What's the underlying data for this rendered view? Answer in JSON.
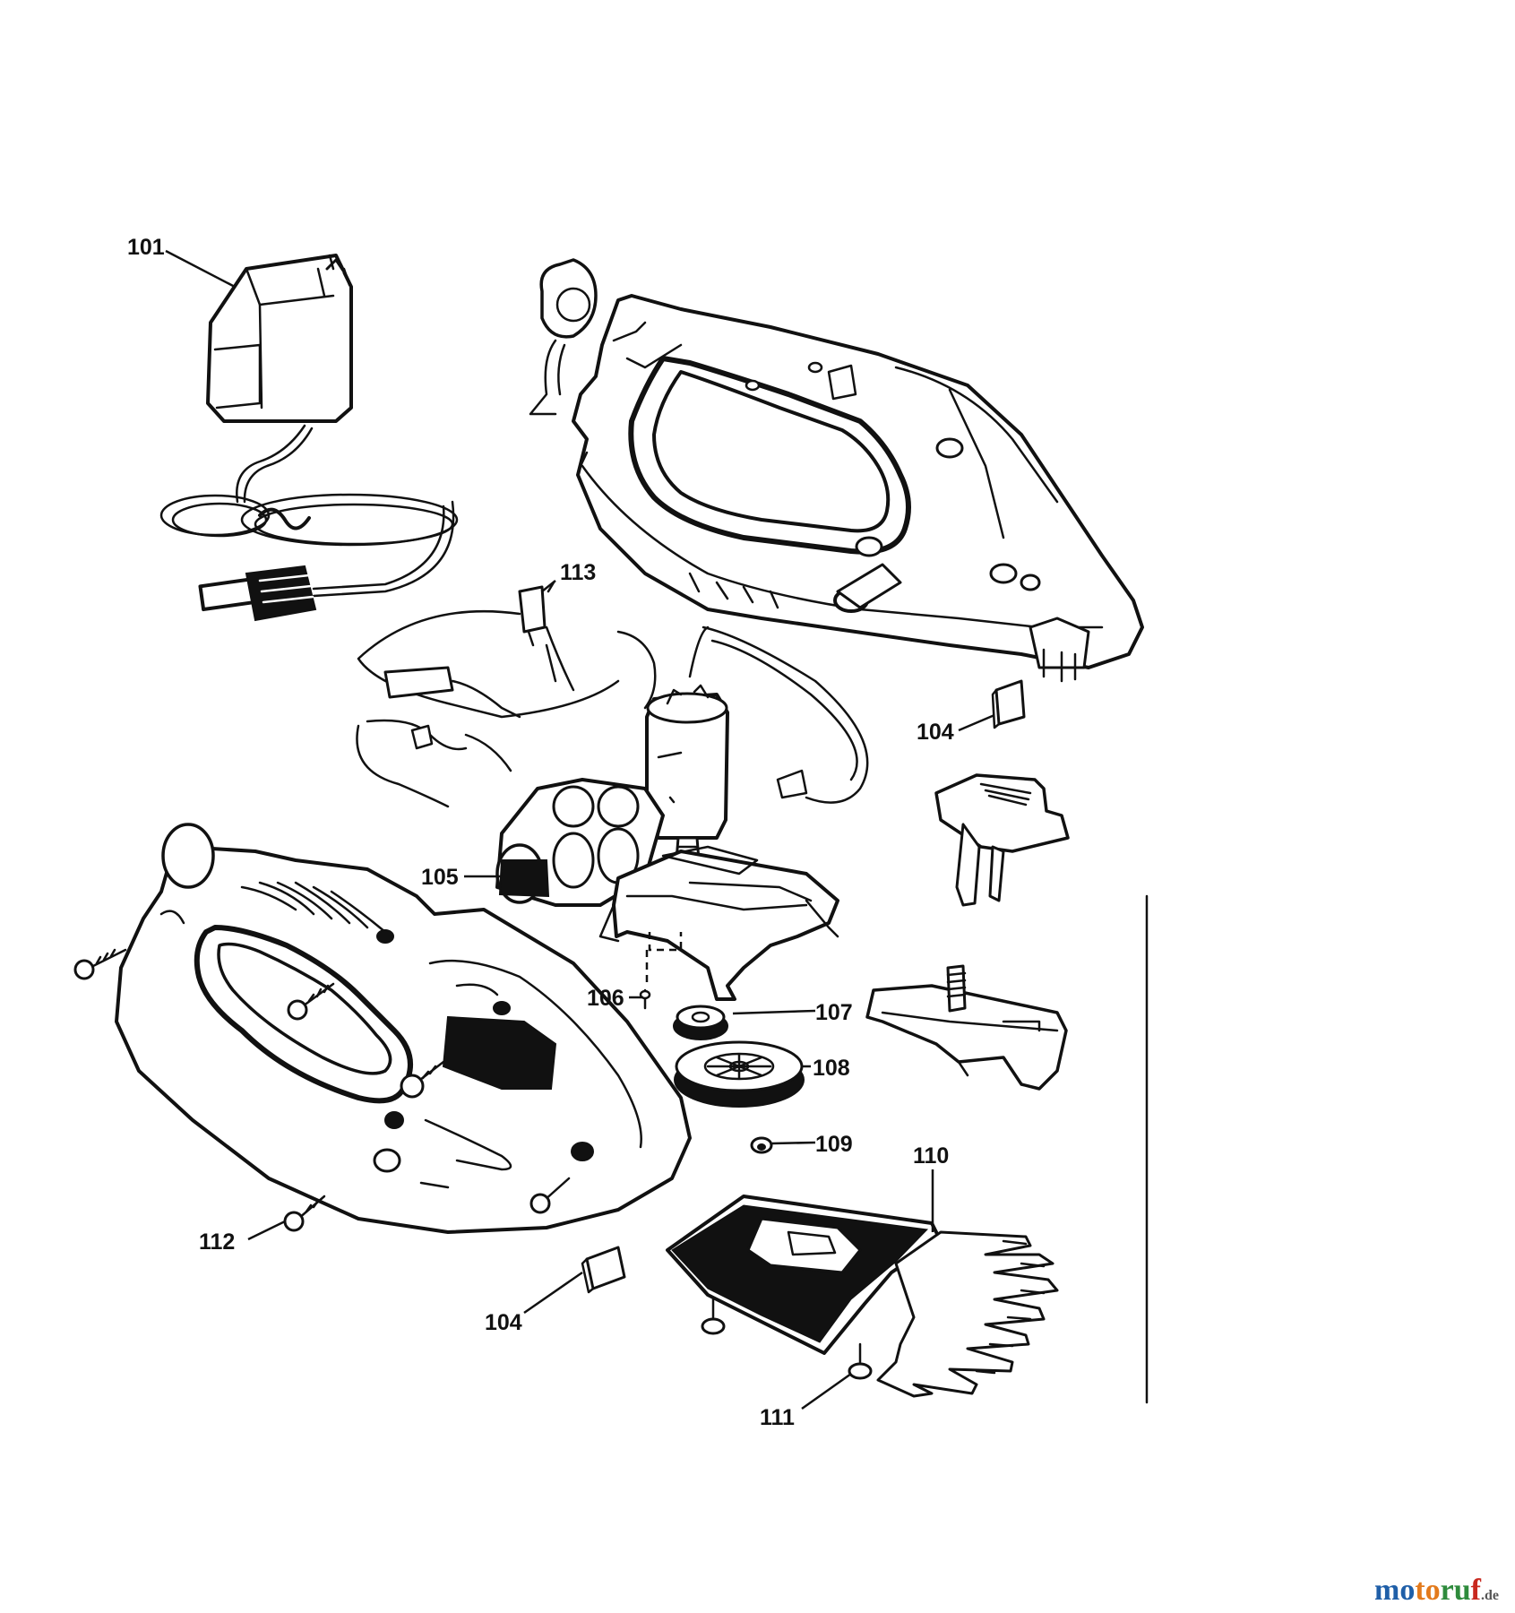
{
  "labels": [
    {
      "id": "p101",
      "text": "101"
    },
    {
      "id": "p113",
      "text": "113"
    },
    {
      "id": "p104a",
      "text": "104"
    },
    {
      "id": "p105",
      "text": "105"
    },
    {
      "id": "p106",
      "text": "106"
    },
    {
      "id": "p107",
      "text": "107"
    },
    {
      "id": "p108",
      "text": "108"
    },
    {
      "id": "p109",
      "text": "109"
    },
    {
      "id": "p110",
      "text": "110"
    },
    {
      "id": "p111",
      "text": "111"
    },
    {
      "id": "p112",
      "text": "112"
    },
    {
      "id": "p104b",
      "text": "104"
    }
  ],
  "watermark": {
    "part1": "mo",
    "part2": "to",
    "part3": "ru",
    "part4": "f",
    "tld": ".de"
  }
}
